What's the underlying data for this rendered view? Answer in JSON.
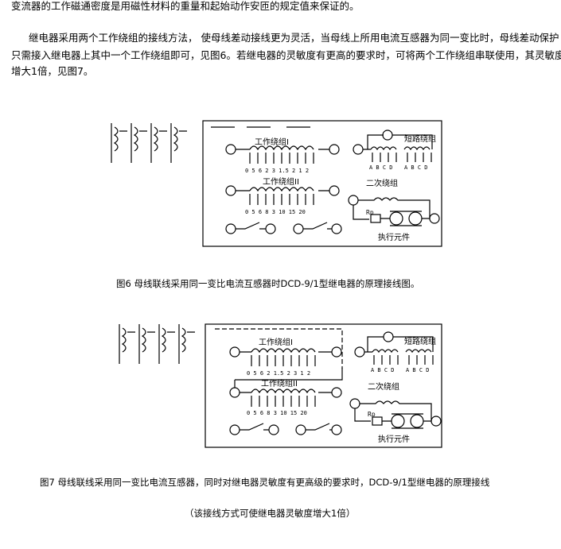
{
  "document": {
    "para1_line1": "变流器的工作磁通密度是用磁性材料的重量和起始动作安匝的规定值来保证的。",
    "para2_line1": "继电器采用两个工作绕组的接线方法， 使母线差动接线更为灵活，当母线上所用电流互感器为同一变比时，母线差动保护",
    "para2_line2": "只需接入继电器上其中一个工作绕组即可，见图6。若继电器的灵敏度有更高的要求时，可将两个工作绕组串联使用，其灵敏度",
    "para2_line3": "增大1倍，见图7。"
  },
  "figure6": {
    "caption": "图6 母线联线采用同一变比电流互感器时DCD-9/1型继电器的原理接线图。",
    "winding1": "工作绕组I",
    "winding2": "工作绕组II",
    "short_winding": "短路绕组",
    "secondary_winding": "二次绕组",
    "actuator": "执行元件",
    "rp": "Rp",
    "abcd": "A B C D",
    "w1_terminals": "0  5  6  2  3 1.5 2  1  2",
    "w2_terminals": "0  5  6  8  3 10 15 20"
  },
  "figure7": {
    "caption": "图7 母线联线采用同一变比电流互感器，同时对继电器灵敏度有更高级的要求时，DCD-9/1型继电器的原理接线",
    "winding1": "工作绕组I",
    "winding2": "工作绕组II",
    "short_winding": "短路绕组",
    "secondary_winding": "二次绕组",
    "actuator": "执行元件",
    "rp": "Rp",
    "abcd": "A B C D",
    "w1_terminals": "0  5  6  2 1.5 2  3  1  2",
    "w2_terminals": "0  5  6  8  3 10 15 20"
  },
  "footnote": "（该接线方式可使继电器灵敏度增大1倍）"
}
